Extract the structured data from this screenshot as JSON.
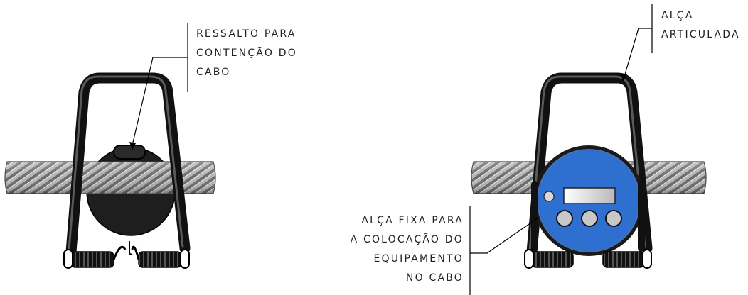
{
  "callouts": {
    "ressalto": [
      "RESSALTO PARA",
      "CONTENÇÃO DO",
      "CABO"
    ],
    "alca_articulada": [
      "ALÇA",
      "ARTICULADA"
    ],
    "alca_fixa": [
      "ALÇA FIXA PARA",
      "A COLOCAÇÃO DO",
      "EQUIPAMENTO",
      "NO CABO"
    ]
  },
  "colors": {
    "device_body": "#1e1e1e",
    "device_face": "#2f6fd0",
    "button": "#c8c8c8",
    "cable": "#9a9a9a",
    "display": "#d8d8d8"
  }
}
